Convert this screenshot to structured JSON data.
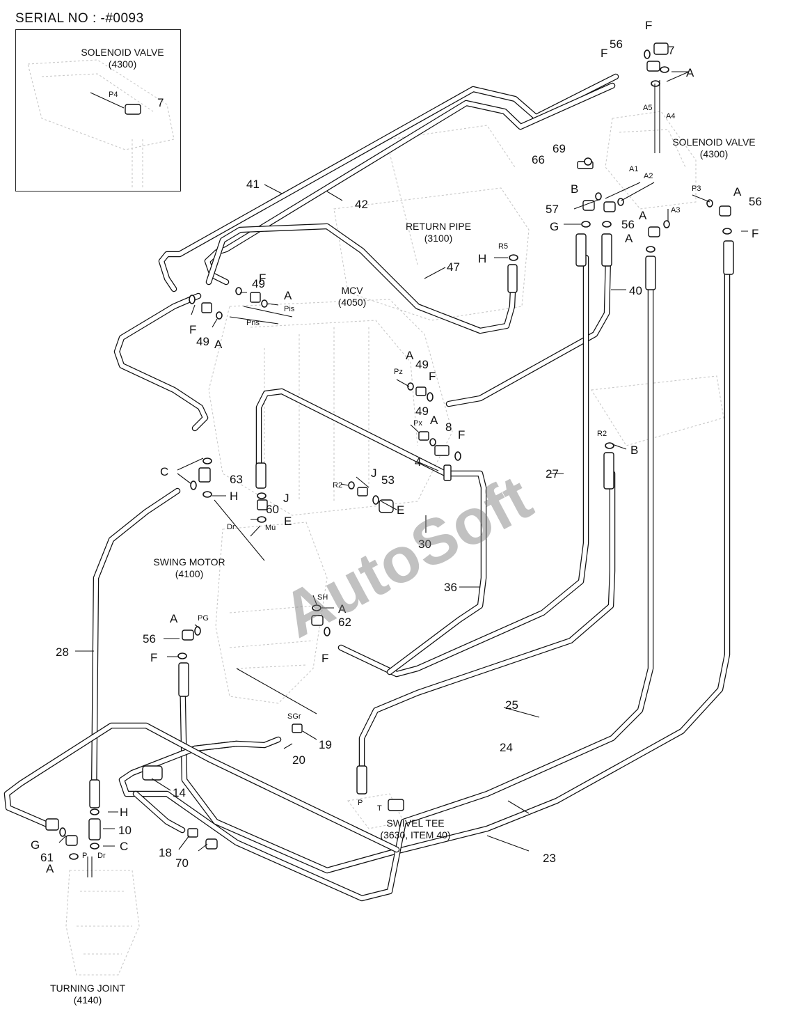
{
  "header": {
    "serial": "SERIAL NO : -#0093"
  },
  "components": {
    "inset_solenoid": [
      "SOLENOID VALVE",
      "(4300)"
    ],
    "solenoid_valve": [
      "SOLENOID VALVE",
      "(4300)"
    ],
    "return_pipe": [
      "RETURN PIPE",
      "(3100)"
    ],
    "mcv": [
      "MCV",
      "(4050)"
    ],
    "swing_motor": [
      "SWING MOTOR",
      "(4100)"
    ],
    "swivel_tee": [
      "SWIVEL TEE",
      "(3630, ITEM 40)"
    ],
    "turning_joint": [
      "TURNING JOINT",
      "(4140)"
    ]
  },
  "port_labels": [
    "P4",
    "A5",
    "A4",
    "A1",
    "A2",
    "A3",
    "P3",
    "R5",
    "Pis",
    "Pns",
    "Pz",
    "Px",
    "R2",
    "R2",
    "Dr",
    "Mu",
    "SH",
    "PG",
    "SGr",
    "P",
    "T",
    "P",
    "Dr"
  ],
  "part_numbers": [
    "7",
    "56",
    "7",
    "41",
    "42",
    "69",
    "66",
    "57",
    "56",
    "56",
    "47",
    "49",
    "49",
    "40",
    "49",
    "49",
    "8",
    "4",
    "63",
    "53",
    "60",
    "30",
    "27",
    "36",
    "62",
    "56",
    "28",
    "19",
    "20",
    "25",
    "14",
    "10",
    "24",
    "61",
    "18",
    "70",
    "23"
  ],
  "seal_letters": [
    "F",
    "F",
    "A",
    "A",
    "B",
    "G",
    "A",
    "A",
    "F",
    "F",
    "H",
    "F",
    "A",
    "F",
    "A",
    "A",
    "F",
    "F",
    "A",
    "C",
    "H",
    "J",
    "E",
    "J",
    "E",
    "R2",
    "B",
    "A",
    "A",
    "F",
    "F",
    "H",
    "C",
    "G",
    "A"
  ],
  "watermark": "AutoSoft"
}
